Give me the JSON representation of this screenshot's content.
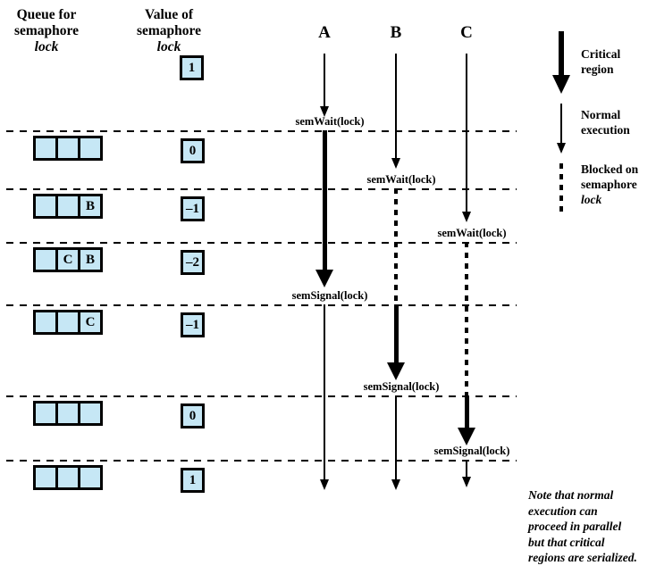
{
  "headers": {
    "queue_line1": "Queue for",
    "queue_line2_plain": "semaphore ",
    "queue_line2_italic": "lock",
    "value_line1": "Value of",
    "value_line2_plain": "semaphore ",
    "value_line2_italic": "lock"
  },
  "processes": [
    "A",
    "B",
    "C"
  ],
  "initial_value": "1",
  "rows": [
    {
      "cells": [
        "",
        "",
        ""
      ],
      "value": "0"
    },
    {
      "cells": [
        "",
        "",
        "B"
      ],
      "value": "–1"
    },
    {
      "cells": [
        "",
        "C",
        "B"
      ],
      "value": "–2"
    },
    {
      "cells": [
        "",
        "",
        "C"
      ],
      "value": "–1"
    },
    {
      "cells": [
        "",
        "",
        ""
      ],
      "value": "0"
    },
    {
      "cells": [
        "",
        "",
        ""
      ],
      "value": "1"
    }
  ],
  "events": [
    {
      "process": "A",
      "text": "semWait(lock)",
      "line": "line1"
    },
    {
      "process": "B",
      "text": "semWait(lock)",
      "line": "line2"
    },
    {
      "process": "C",
      "text": "semWait(lock)",
      "line": "line3"
    },
    {
      "process": "A",
      "text": "semSignal(lock)",
      "line": "line4"
    },
    {
      "process": "B",
      "text": "semSignal(lock)",
      "line": "line5"
    },
    {
      "process": "C",
      "text": "semSignal(lock)",
      "line": "line6"
    }
  ],
  "timelines": [
    {
      "process": "A",
      "segments": [
        {
          "kind": "normal_arrow",
          "from": "start",
          "to": "pre1"
        },
        {
          "kind": "critical_arrow",
          "from": "line1",
          "to": "pre4"
        },
        {
          "kind": "normal_arrow",
          "from": "line4",
          "to": "end"
        }
      ]
    },
    {
      "process": "B",
      "segments": [
        {
          "kind": "normal_arrow",
          "from": "start",
          "to": "pre2"
        },
        {
          "kind": "blocked",
          "from": "line2",
          "to": "line4"
        },
        {
          "kind": "critical_arrow",
          "from": "line4",
          "to": "pre5"
        },
        {
          "kind": "normal_arrow",
          "from": "line5",
          "to": "end"
        }
      ]
    },
    {
      "process": "C",
      "segments": [
        {
          "kind": "normal_arrow",
          "from": "start",
          "to": "pre3"
        },
        {
          "kind": "blocked",
          "from": "line3",
          "to": "line5"
        },
        {
          "kind": "critical_arrow",
          "from": "line5",
          "to": "pre6"
        },
        {
          "kind": "normal_arrow",
          "from": "line6",
          "to": "endShort"
        }
      ]
    }
  ],
  "legend": [
    {
      "icon": "critical-region-arrow-icon",
      "label": "Critical\nregion"
    },
    {
      "icon": "normal-execution-arrow-icon",
      "label": "Normal\nexecution"
    },
    {
      "icon": "blocked-dash-icon",
      "label_plain": "Blocked on\nsemaphore\n",
      "label_italic": "lock"
    }
  ],
  "note": "Note that normal\nexecution can\nproceed in parallel\nbut that critical\nregions are serialized.",
  "colors": {
    "cell_fill": "#c6e7f5",
    "line": "#000000"
  }
}
